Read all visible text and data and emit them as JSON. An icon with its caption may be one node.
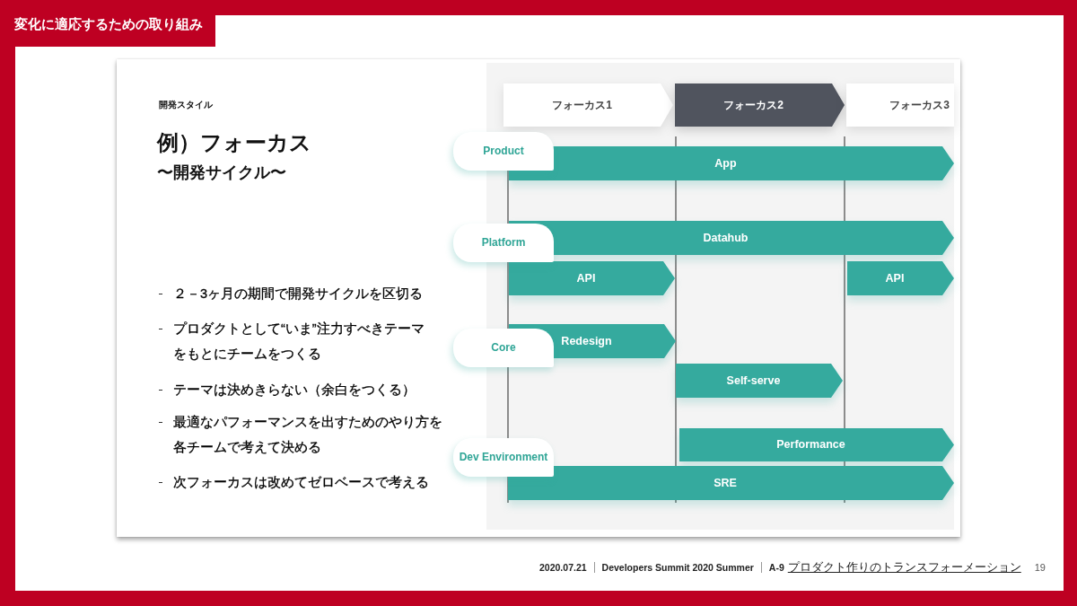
{
  "diagram": {
    "title": "変化に適応するための取り組み",
    "nodes": [
      {
        "text": [
          "フォーカス1"
        ]
      },
      {
        "text": [
          "フォーカス2"
        ]
      },
      {
        "text": [
          "フォーカス3"
        ]
      },
      {
        "text": [
          "Product"
        ]
      },
      {
        "text": [
          "App"
        ]
      },
      {
        "text": [
          "Platform"
        ]
      },
      {
        "text": [
          "Datahub"
        ]
      },
      {
        "text": [
          "API"
        ]
      },
      {
        "text": [
          "API"
        ]
      },
      {
        "text": [
          "Core"
        ]
      },
      {
        "text": [
          "Redesign"
        ]
      },
      {
        "text": [
          "Self-serve"
        ]
      },
      {
        "text": [
          "Dev Environment"
        ]
      },
      {
        "text": [
          "Performance"
        ]
      },
      {
        "text": [
          "SRE"
        ]
      }
    ],
    "labels": [
      "開発スタイル",
      "例）フォーカス",
      "〜開発サイクル〜",
      "２－3ヶ月の期間で開発サイクルを区切る",
      "プロダクトとして“いま”注力すべきテーマをもとにチームをつくる",
      "テーマは決めきらない（余白をつくる）",
      "最適なパフォーマンスを出すためのやり方を各チームで考えて決める",
      "次フォーカスは改めてゼロベースで考える",
      "2020.07.21",
      "Developers Summit 2020 Summer",
      "A-9",
      "プロダクト作りのトランスフォーメーション",
      "19"
    ]
  }
}
